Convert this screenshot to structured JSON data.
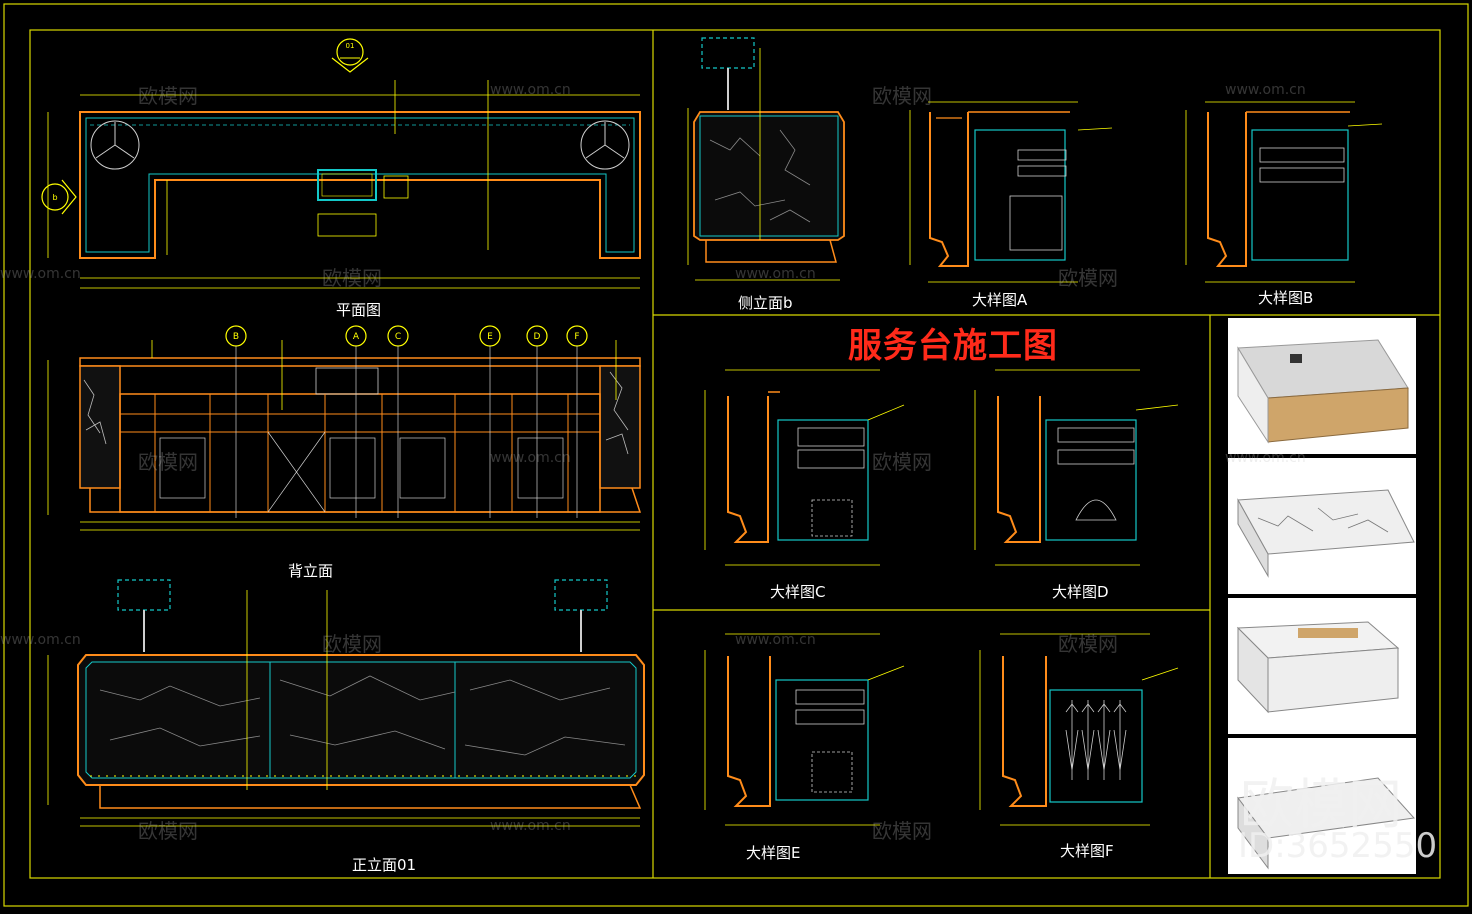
{
  "title": "服务台施工图",
  "panels": {
    "plan": "平面图",
    "back_elevation": "背立面",
    "front_elevation": "正立面01",
    "side_elevation": "侧立面b",
    "detail_a": "大样图A",
    "detail_b": "大样图B",
    "detail_c": "大样图C",
    "detail_d": "大样图D",
    "detail_e": "大样图E",
    "detail_f": "大样图F"
  },
  "markers": {
    "plan_top": "01",
    "plan_left": "b",
    "section_letters": [
      "B",
      "A",
      "C",
      "E",
      "D",
      "F"
    ]
  },
  "watermark": {
    "logo": "欧模网",
    "url": "www.om.cn",
    "id": "ID:3652550"
  },
  "colors": {
    "frame": "#e6e600",
    "outline": "#ff8c1a",
    "inner": "#14c8c8",
    "dimension": "#ffff00",
    "title": "#ff2a1a"
  }
}
